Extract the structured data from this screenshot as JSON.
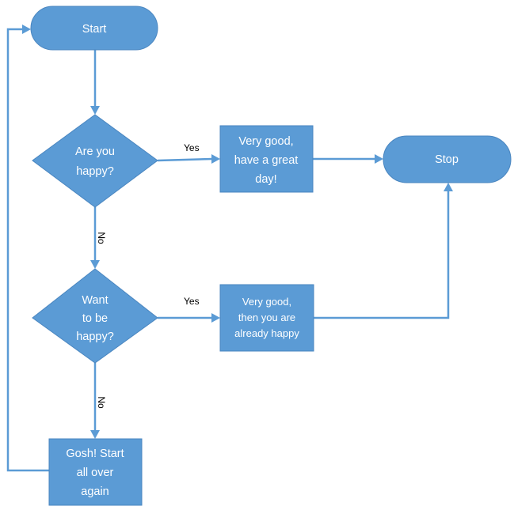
{
  "diagram": {
    "colors": {
      "shape_fill": "#5b9bd5",
      "connector": "#5b9bd5",
      "shape_text": "#ffffff",
      "edge_label": "#000000"
    },
    "nodes": {
      "start": {
        "shape": "terminator",
        "lines": [
          "Start"
        ]
      },
      "happy": {
        "shape": "decision",
        "lines": [
          "Are you",
          "happy?"
        ]
      },
      "great_day": {
        "shape": "process",
        "lines": [
          "Very good,",
          "have a great",
          "day!"
        ]
      },
      "stop": {
        "shape": "terminator",
        "lines": [
          "Stop"
        ]
      },
      "want": {
        "shape": "decision",
        "lines": [
          "Want",
          "to be",
          "happy?"
        ]
      },
      "already": {
        "shape": "process",
        "lines": [
          "Very good,",
          "then you are",
          "already happy"
        ]
      },
      "gosh": {
        "shape": "process",
        "lines": [
          "Gosh! Start",
          "all over",
          "again"
        ]
      }
    },
    "edges": {
      "happy_yes": {
        "from": "happy",
        "to": "great_day",
        "label": "Yes"
      },
      "happy_no": {
        "from": "happy",
        "to": "want",
        "label": "No"
      },
      "want_yes": {
        "from": "want",
        "to": "already",
        "label": "Yes"
      },
      "want_no": {
        "from": "want",
        "to": "gosh",
        "label": "No"
      },
      "start_to_happy": {
        "from": "start",
        "to": "happy",
        "label": ""
      },
      "great_day_to_stop": {
        "from": "great_day",
        "to": "stop",
        "label": ""
      },
      "already_to_stop": {
        "from": "already",
        "to": "stop",
        "label": ""
      },
      "gosh_to_start": {
        "from": "gosh",
        "to": "start",
        "label": ""
      }
    }
  }
}
